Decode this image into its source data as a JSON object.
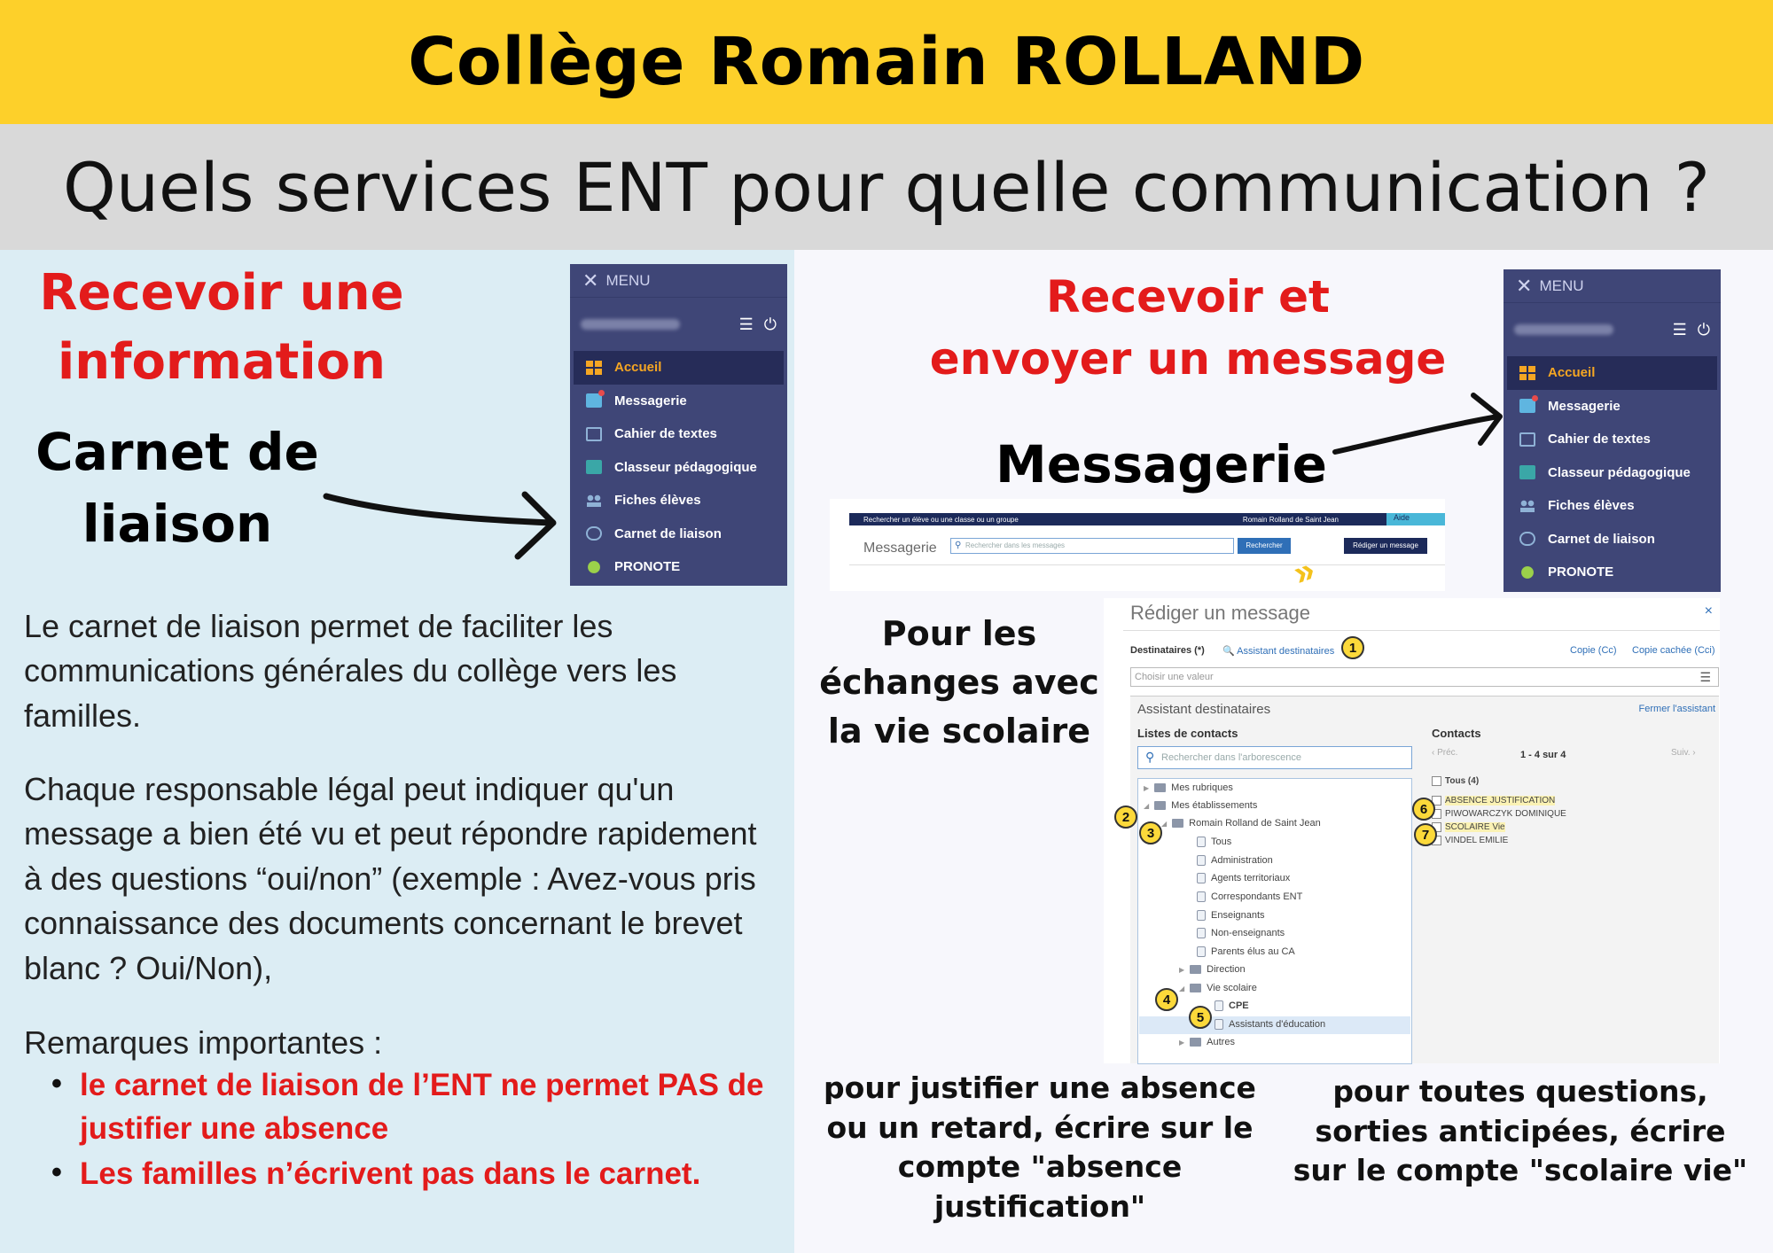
{
  "header": {
    "title": "Collège Romain ROLLAND",
    "subtitle": "Quels services ENT pour quelle communication ?"
  },
  "colors": {
    "title_band": "#fdd02a",
    "subtitle_band": "#d9d9d9",
    "left_panel": "#dcedf4",
    "right_panel": "#f7f7fc",
    "accent_red": "#e31b1b",
    "menu_bg": "#3f4677",
    "menu_active": "#f5a623"
  },
  "left": {
    "heading_line1": "Recevoir une",
    "heading_line2": "information",
    "service_line1": "Carnet de",
    "service_line2": "liaison",
    "paragraph1": "Le carnet de liaison permet de faciliter les communications générales du collège vers les familles.",
    "paragraph2": "Chaque responsable légal peut indiquer qu'un message a bien été vu et peut répondre rapidement à des questions “oui/non”  (exemple : Avez-vous pris connaissance des documents concernant le brevet blanc ? Oui/Non),",
    "remarks_title": "Remarques importantes :",
    "bullets": [
      "le carnet de liaison de l’ENT ne permet PAS de justifier une absence",
      "Les familles n’écrivent pas dans le carnet."
    ]
  },
  "menu": {
    "title": "MENU",
    "items": [
      "Accueil",
      "Messagerie",
      "Cahier de textes",
      "Classeur pédagogique",
      "Fiches élèves",
      "Carnet de liaison",
      "PRONOTE"
    ],
    "icons": [
      "grid-icon",
      "mail-icon",
      "book-icon",
      "class-icon",
      "people-icon",
      "link-icon",
      "pronote-icon"
    ]
  },
  "right": {
    "heading_line1": "Recevoir et",
    "heading_line2": "envoyer un message",
    "service": "Messagerie",
    "purpose_line1": "Pour les",
    "purpose_line2": "échanges avec",
    "purpose_line3": "la vie scolaire",
    "caption_absence": "pour justifier une absence ou un retard, écrire sur le compte \"absence justification\"",
    "caption_questions": "pour toutes questions, sorties anticipées, écrire sur le compte \"scolaire vie\""
  },
  "msgbar": {
    "top_search": "Rechercher un élève ou une classe ou un groupe",
    "etablissement": "Romain Rolland de Saint Jean",
    "aide": "Aide",
    "label": "Messagerie",
    "search_placeholder": "Rechercher dans les messages",
    "search_button": "Rechercher",
    "write_button": "Rédiger un message"
  },
  "compose": {
    "title": "Rédiger un message",
    "close": "×",
    "destinataires": "Destinataires (*)",
    "assistant_link": "Assistant destinataires",
    "cc": "Copie (Cc)",
    "cci": "Copie cachée (Cci)",
    "choose_placeholder": "Choisir une valeur",
    "assistant_title": "Assistant destinataires",
    "close_assistant": "Fermer l'assistant",
    "listes": "Listes de contacts",
    "tree_search": "Rechercher dans l'arborescence",
    "tree": [
      "Mes rubriques",
      "Mes établissements",
      "Romain Rolland de Saint Jean",
      "Tous",
      "Administration",
      "Agents territoriaux",
      "Correspondants ENT",
      "Enseignants",
      "Non-enseignants",
      "Parents élus au CA",
      "Direction",
      "Vie scolaire",
      "CPE",
      "Assistants d'éducation",
      "Autres"
    ],
    "contacts_title": "Contacts",
    "prec": "Préc.",
    "pager": "1 - 4 sur 4",
    "suiv": "Suiv.",
    "tous": "Tous (4)",
    "contacts": [
      "ABSENCE JUSTIFICATION",
      "PIWOWARCZYK DOMINIQUE",
      "SCOLAIRE Vie",
      "VINDEL EMILIE"
    ],
    "badges": [
      "1",
      "2",
      "3",
      "4",
      "5",
      "6",
      "7"
    ]
  }
}
